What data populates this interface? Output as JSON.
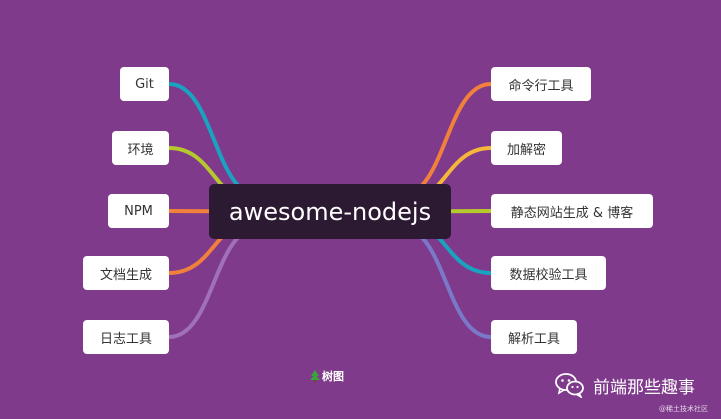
{
  "center": {
    "label": "awesome-nodejs"
  },
  "left_nodes": [
    {
      "label": "Git",
      "color": "#1aa3c0"
    },
    {
      "label": "环境",
      "color": "#b6c92c"
    },
    {
      "label": "NPM",
      "color": "#f0803c"
    },
    {
      "label": "文档生成",
      "color": "#f0803c"
    },
    {
      "label": "日志工具",
      "color": "#a070b8"
    }
  ],
  "right_nodes": [
    {
      "label": "命令行工具",
      "color": "#f0803c"
    },
    {
      "label": "加解密",
      "color": "#f5b63a"
    },
    {
      "label": "静态网站生成 & 博客",
      "color": "#b6c92c"
    },
    {
      "label": "数据校验工具",
      "color": "#1aa3c0"
    },
    {
      "label": "解析工具",
      "color": "#7a78c8"
    }
  ],
  "logo": {
    "label": "树图"
  },
  "watermark": {
    "title": "前端那些趣事",
    "subtitle": "@稀土技术社区"
  }
}
